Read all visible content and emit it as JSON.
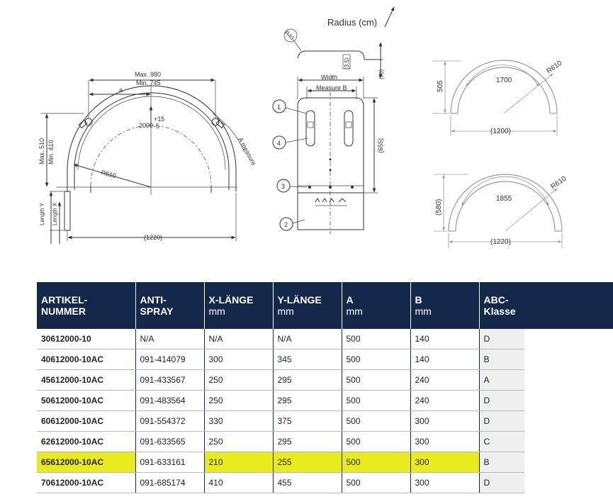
{
  "drawing_left": {
    "max_980": "Max. 980",
    "min_745": "Min. 745",
    "a_label": "a",
    "plus15": "+15",
    "r2000": "2000",
    "minus5": "-5",
    "r610": "R610",
    "a_measure": "A measure",
    "max510": "Max. 510",
    "min410": "Min. 410",
    "length_y": "Length Y",
    "length_x": "Length X",
    "w1220": "(1220)"
  },
  "drawing_middle": {
    "radius_cm": "Radius (cm)",
    "r40": "R40",
    "d35": "(3.5)",
    "d70": "(70)",
    "width": "Width",
    "measure_b": "Measure B",
    "h655": "(655)",
    "callout_1": "1",
    "callout_2": "2",
    "callout_3": "3",
    "callout_4": "4"
  },
  "drawing_right_top": {
    "h505": "505",
    "a1700": "1700",
    "r610": "R610",
    "w1200": "(1200)"
  },
  "drawing_right_bottom": {
    "h580": "(580)",
    "a1855": "1855",
    "r610": "R610",
    "w1220": "(1220)"
  },
  "table": {
    "headers": [
      [
        "ARTIKEL-",
        "NUMMER"
      ],
      [
        "ANTI-",
        "SPRAY"
      ],
      [
        "X-LÄNGE",
        "mm"
      ],
      [
        "Y-LÄNGE",
        "mm"
      ],
      [
        "A",
        "mm"
      ],
      [
        "B",
        "mm"
      ],
      [
        "ABC-",
        "Klasse"
      ]
    ],
    "rows": [
      [
        "30612000-10",
        "N/A",
        "N/A",
        "N/A",
        "500",
        "140",
        "D"
      ],
      [
        "40612000-10AC",
        "091-414079",
        "300",
        "345",
        "500",
        "140",
        "B"
      ],
      [
        "45612000-10AC",
        "091-433567",
        "250",
        "295",
        "500",
        "240",
        "A"
      ],
      [
        "50612000-10AC",
        "091-483564",
        "250",
        "295",
        "500",
        "240",
        "D"
      ],
      [
        "60612000-10AC",
        "091-554372",
        "330",
        "375",
        "500",
        "300",
        "D"
      ],
      [
        "62612000-10AC",
        "091-633565",
        "250",
        "295",
        "500",
        "300",
        "C"
      ],
      [
        "65612000-10AC",
        "091-633161",
        "210",
        "255",
        "500",
        "300",
        "B"
      ],
      [
        "70612000-10AC",
        "091-685174",
        "410",
        "455",
        "500",
        "300",
        "D"
      ]
    ],
    "highlight_color": "#e9ec1c",
    "header_color": "#14284b"
  }
}
